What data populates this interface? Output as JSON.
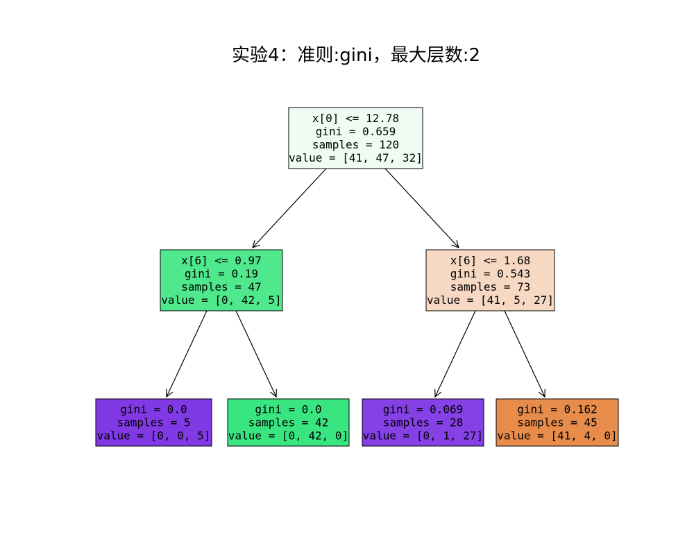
{
  "title": "实验4：准则:gini，最大层数:2",
  "tree": {
    "nodes": [
      {
        "id": "root",
        "lines": [
          "x[0] <= 12.78",
          "gini = 0.659",
          "samples = 120",
          "value = [41, 47, 32]"
        ],
        "fill": "#effcf4"
      },
      {
        "id": "l1",
        "lines": [
          "x[6] <= 0.97",
          "gini = 0.19",
          "samples = 47",
          "value = [0, 42, 5]"
        ],
        "fill": "#4fe88c"
      },
      {
        "id": "r1",
        "lines": [
          "x[6] <= 1.68",
          "gini = 0.543",
          "samples = 73",
          "value = [41, 5, 27]"
        ],
        "fill": "#f6d8c3"
      },
      {
        "id": "ll",
        "lines": [
          "gini = 0.0",
          "samples = 5",
          "value = [0, 0, 5]"
        ],
        "fill": "#8139e5"
      },
      {
        "id": "lr",
        "lines": [
          "gini = 0.0",
          "samples = 42",
          "value = [0, 42, 0]"
        ],
        "fill": "#39e581"
      },
      {
        "id": "rl",
        "lines": [
          "gini = 0.069",
          "samples = 28",
          "value = [0, 1, 27]"
        ],
        "fill": "#8540e6"
      },
      {
        "id": "rr",
        "lines": [
          "gini = 0.162",
          "samples = 45",
          "value = [41, 4, 0]"
        ],
        "fill": "#e78c4b"
      }
    ],
    "edges": [
      {
        "from": "root",
        "to": "l1"
      },
      {
        "from": "root",
        "to": "r1"
      },
      {
        "from": "l1",
        "to": "ll"
      },
      {
        "from": "l1",
        "to": "lr"
      },
      {
        "from": "r1",
        "to": "rl"
      },
      {
        "from": "r1",
        "to": "rr"
      }
    ]
  }
}
